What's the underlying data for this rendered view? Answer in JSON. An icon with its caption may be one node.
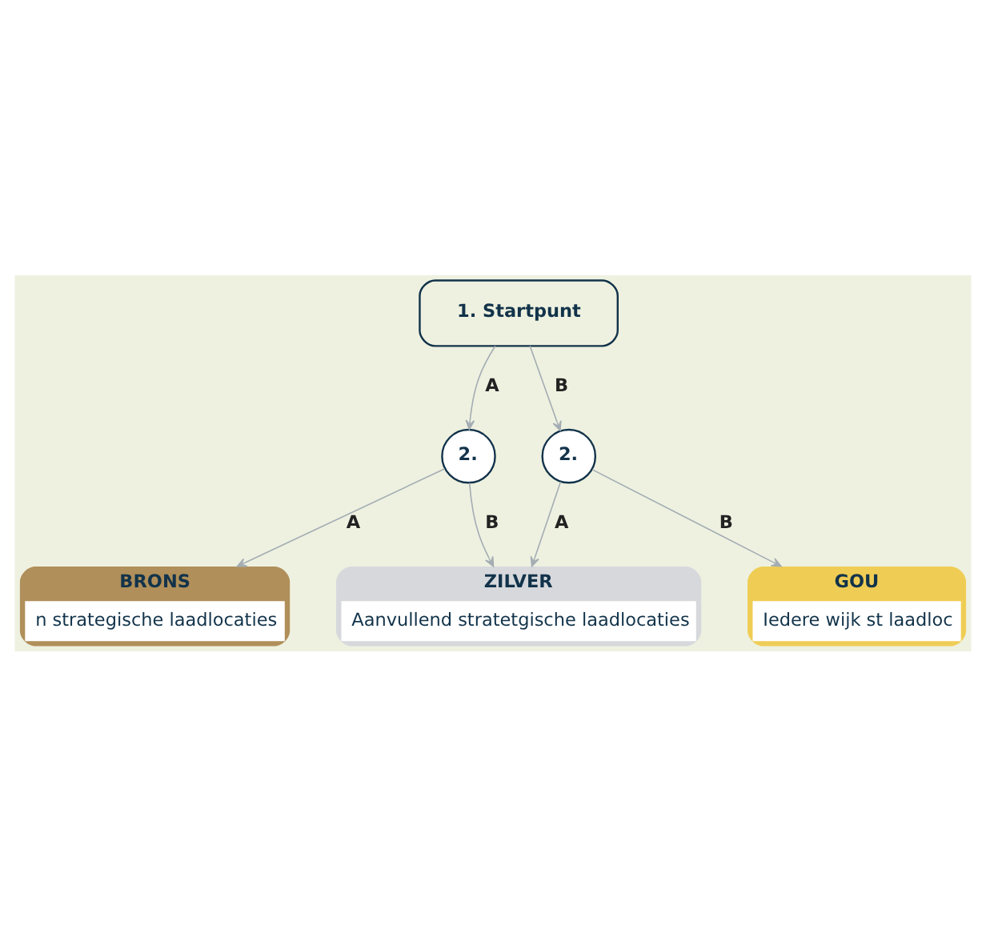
{
  "diagram": {
    "nodes": [
      {
        "text": [
          "1. Startpunt"
        ]
      },
      {
        "text": [
          "2."
        ]
      },
      {
        "text": [
          "2."
        ]
      },
      {
        "text": [
          "BRONS",
          "n strategische laadlocaties"
        ]
      },
      {
        "text": [
          "ZILVER",
          "Aanvullend stratetgische laadlocaties"
        ]
      },
      {
        "text": [
          "GOU",
          "Iedere wijk st laadloc"
        ]
      }
    ],
    "edges": [
      {
        "from": 0,
        "to": 1,
        "arrow": "to",
        "label": "A"
      },
      {
        "from": 0,
        "to": 2,
        "arrow": "to",
        "label": "B"
      },
      {
        "from": 1,
        "to": 3,
        "arrow": "to",
        "label": "A"
      },
      {
        "from": 1,
        "to": 4,
        "arrow": "to",
        "label": "B"
      },
      {
        "from": 2,
        "to": 4,
        "arrow": "to",
        "label": "A"
      },
      {
        "from": 2,
        "to": 5,
        "arrow": "to",
        "label": "B"
      }
    ]
  }
}
